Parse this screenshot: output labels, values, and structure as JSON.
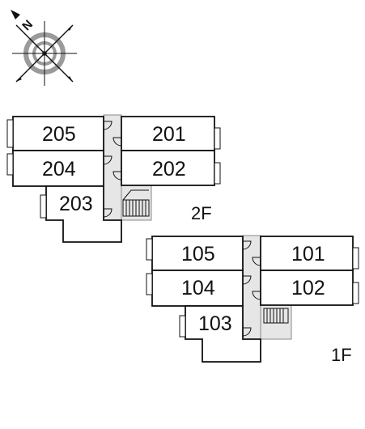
{
  "compass": {
    "north_label": "N",
    "icon": "compass-rose-icon"
  },
  "floors": [
    {
      "label": "2F",
      "rooms": [
        "205",
        "201",
        "204",
        "202",
        "203"
      ]
    },
    {
      "label": "1F",
      "rooms": [
        "105",
        "101",
        "104",
        "102",
        "103"
      ]
    }
  ],
  "colors": {
    "line": "#111111",
    "corridor": "#e6e6e6",
    "compass_ring": "#9a9a9a"
  }
}
